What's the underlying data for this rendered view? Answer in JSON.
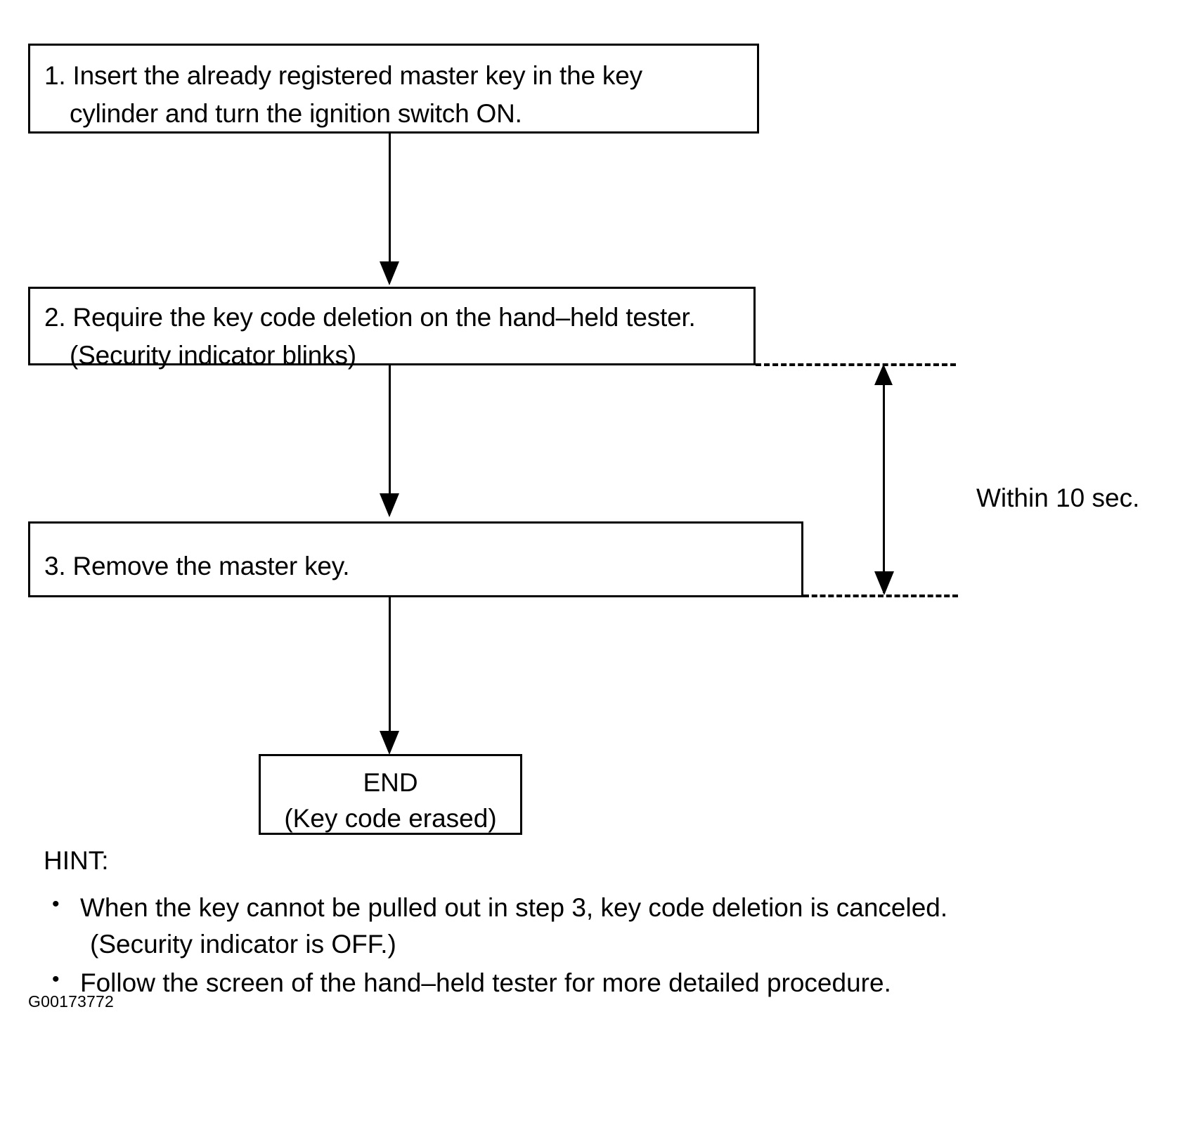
{
  "diagram": {
    "type": "flowchart",
    "figure_id": "G00173772",
    "steps": [
      {
        "id": "step-1",
        "line1": "1. Insert the already registered master key in the key",
        "line2": "cylinder and turn the ignition switch ON."
      },
      {
        "id": "step-2",
        "line1": "2. Require the key code deletion on the hand–held tester.",
        "line2": "(Security indicator blinks)"
      },
      {
        "id": "step-3",
        "line1": "3. Remove the master key.",
        "line2": ""
      }
    ],
    "terminator": {
      "line1": "END",
      "line2": "(Key code erased)"
    },
    "annotation": {
      "timing_label": "Within 10 sec."
    }
  },
  "hint": {
    "title": "HINT:",
    "bullet_glyph": "•",
    "items": [
      {
        "text": "When the key cannot be pulled out in step 3, key code deletion is canceled.",
        "sub": "(Security indicator is OFF.)"
      },
      {
        "text": "Follow the screen of the hand–held tester for more detailed procedure.",
        "sub": ""
      }
    ]
  },
  "colors": {
    "ink": "#000000",
    "paper": "#ffffff"
  }
}
